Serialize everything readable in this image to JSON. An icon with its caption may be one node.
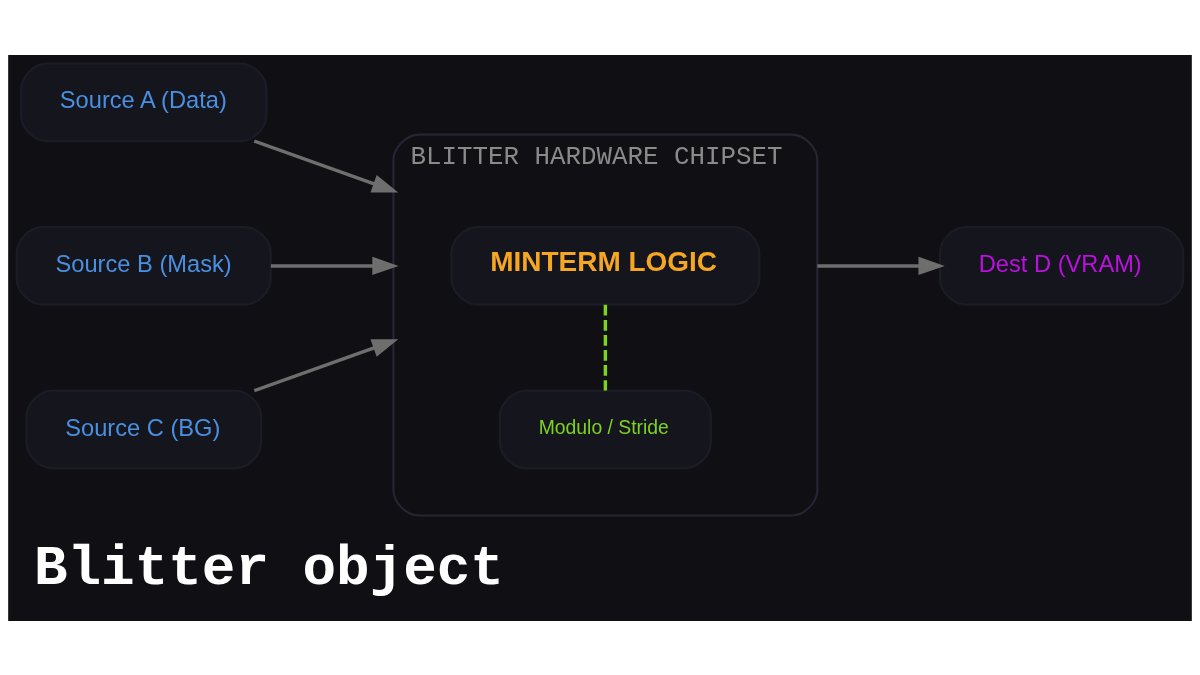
{
  "diagram": {
    "title": "Blitter object",
    "nodes": [
      {
        "text": [
          "Source A (Data)"
        ]
      },
      {
        "text": [
          "Source B (Mask)"
        ]
      },
      {
        "text": [
          "Source C (BG)"
        ]
      },
      {
        "text": [
          "BLITTER HARDWARE CHIPSET"
        ]
      },
      {
        "text": [
          "MINTERM LOGIC"
        ],
        "in": 3
      },
      {
        "text": [
          "Modulo / Stride"
        ],
        "in": 3
      },
      {
        "text": [
          "Dest D (VRAM)"
        ]
      }
    ],
    "edges": [
      {
        "from": 0,
        "to": 3,
        "arrow": "to"
      },
      {
        "from": 1,
        "to": 3,
        "arrow": "to"
      },
      {
        "from": 2,
        "to": 3,
        "arrow": "to"
      },
      {
        "from": 4,
        "to": 5,
        "arrow": "none",
        "style": "dashed",
        "color": "#7ed321"
      },
      {
        "from": 3,
        "to": 6,
        "arrow": "to"
      }
    ]
  }
}
